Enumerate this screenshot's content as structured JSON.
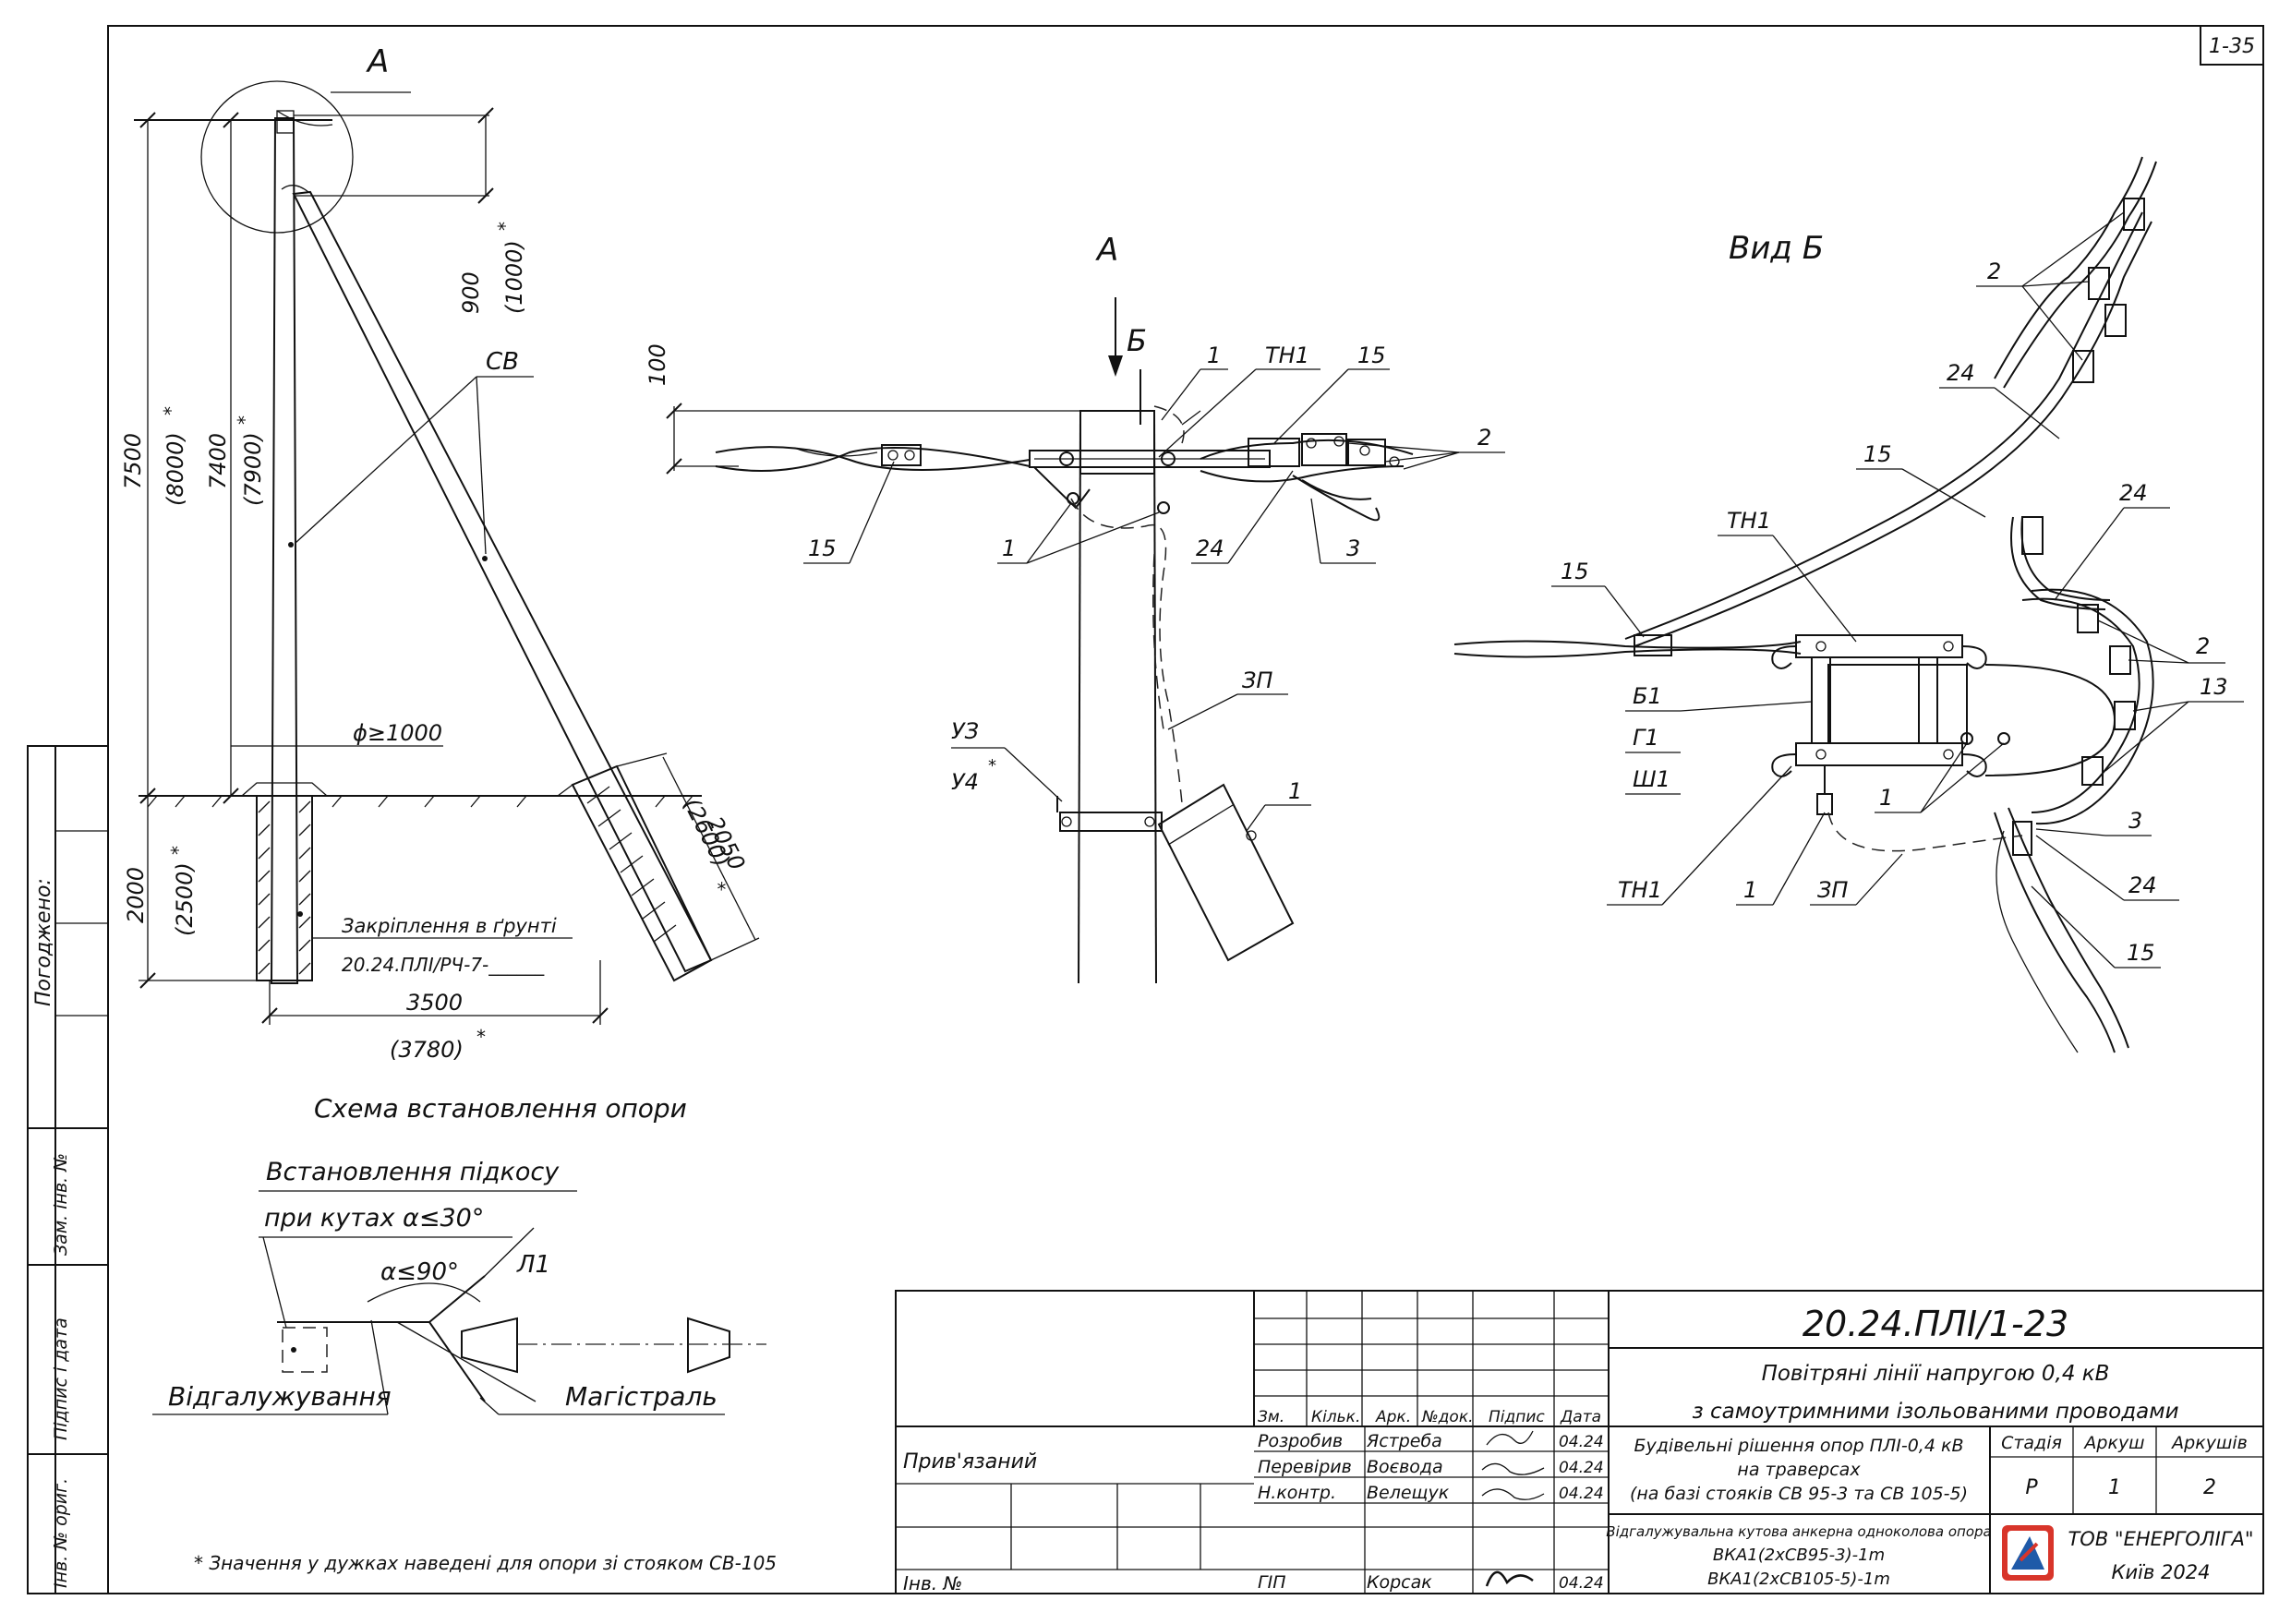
{
  "sheet": {
    "sheet_code": "1-35",
    "side_labels": {
      "agreed": "Погоджено:",
      "replace_inv": "Зам. інв. №",
      "sign_date": "Підпис і дата",
      "inv_orig": "Інв. № ориг."
    }
  },
  "scheme": {
    "title": "Схема встановлення опори",
    "callout_a": "А",
    "dims": {
      "d900": "900",
      "d1000": "(1000)",
      "d7500": "7500",
      "d8000": "(8000)",
      "d7400": "7400",
      "d7900": "(7900)",
      "d2000": "2000",
      "d2500": "(2500)",
      "d2050": "2050",
      "d2600": "(2600)",
      "d3500": "3500",
      "d3780": "(3780)",
      "diam": "ϕ≥1000",
      "star": "*"
    },
    "cb_label": "СВ",
    "ground_fixing": "Закріплення в ґрунті",
    "ground_doc": "20.24.ПЛІ/РЧ-7-______"
  },
  "brace": {
    "title1": "Встановлення підкосу",
    "title2": "при кутах α≤30°",
    "angle": "α≤90°",
    "l1": "Л1",
    "branch": "Відгалужування",
    "main": "Магістраль"
  },
  "footnote": "Значення у дужках наведені для опори зі стояком СВ-105",
  "detail_a": {
    "title": "А",
    "arrow_b": "Б",
    "d100": "100",
    "labels": [
      "1",
      "ТН1",
      "15",
      "2",
      "15",
      "1",
      "24",
      "3",
      "ЗП",
      "УЗ",
      "У4",
      "1"
    ]
  },
  "view_b": {
    "title": "Вид Б",
    "labels": [
      "2",
      "24",
      "15",
      "ТН1",
      "24",
      "15",
      "2",
      "13",
      "Б1",
      "Г1",
      "Ш1",
      "1",
      "3",
      "24",
      "ТН1",
      "1",
      "ЗП",
      "15"
    ]
  },
  "title_block": {
    "doc_number": "20.24.ПЛІ/1-23",
    "project_line1": "Повітряні лінії напругою 0,4 кВ",
    "project_line2": "з самоутримними ізольованими проводами",
    "section_line1": "Будівельні рішення опор ПЛІ-0,4 кВ",
    "section_line2": "на траверсах",
    "section_line3": "(на базі стояків СВ 95-3 та СВ 105-5)",
    "drawing_line1": "Відгалужувальна кутова анкерна одноколова опора",
    "drawing_line2": "ВКА1(2хСВ95-3)-1m",
    "drawing_line3": "ВКА1(2хСВ105-5)-1m",
    "col_headers": [
      "Зм.",
      "Кільк.",
      "Арк.",
      "№док.",
      "Підпис",
      "Дата"
    ],
    "linked": "Прив'язаний",
    "inv_no": "Інв. №",
    "people": [
      {
        "role": "Розробив",
        "name": "Ястреба",
        "date": "04.24"
      },
      {
        "role": "Перевірив",
        "name": "Воєвода",
        "date": "04.24"
      },
      {
        "role": "Н.контр.",
        "name": "Велещук",
        "date": "04.24"
      },
      {
        "role": "ГІП",
        "name": "Корсак",
        "date": "04.24"
      }
    ],
    "stage_label": "Стадія",
    "sheet_label": "Аркуш",
    "sheets_label": "Аркушів",
    "stage": "Р",
    "sheet_no": "1",
    "sheets_total": "2",
    "company": "ТОВ \"ЕНЕРГОЛІГА\"",
    "city_year": "Київ 2024"
  }
}
